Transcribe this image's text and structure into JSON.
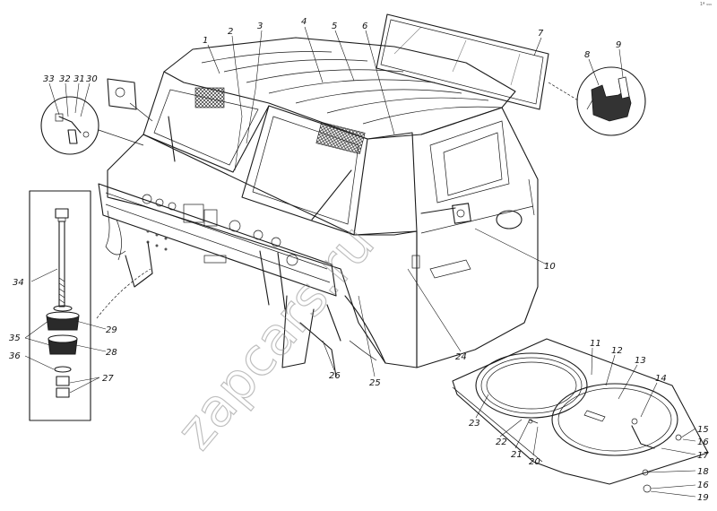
{
  "callouts": [
    "1",
    "2",
    "3",
    "4",
    "5",
    "6",
    "7",
    "8",
    "9",
    "10",
    "11",
    "12",
    "13",
    "14",
    "15",
    "16",
    "17",
    "18",
    "16",
    "19",
    "20",
    "21",
    "22",
    "23",
    "24",
    "25",
    "26",
    "27",
    "28",
    "29",
    "30",
    "31",
    "32",
    "33",
    "34",
    "35",
    "36"
  ],
  "watermark": "zapcars.ru",
  "corner_mark": "1ª ₉₉₉",
  "colors": {
    "line": "#1a1a1a",
    "watermark": "#8a8a8a",
    "background": "#ffffff"
  }
}
